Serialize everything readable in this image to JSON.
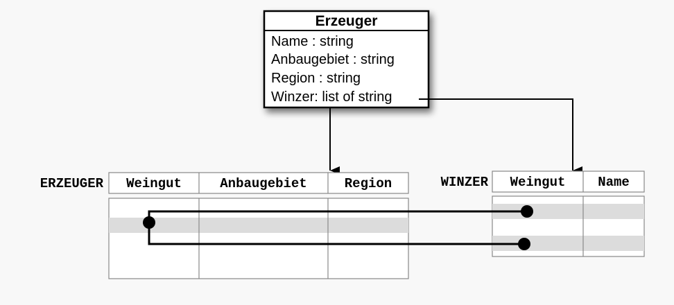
{
  "uml_class": {
    "title": "Erzeuger",
    "attributes": [
      "Name : string",
      "Anbaugebiet : string",
      "Region : string",
      "Winzer: list of string"
    ]
  },
  "erzeuger_table": {
    "name": "ERZEUGER",
    "columns": [
      "Weingut",
      "Anbaugebiet",
      "Region"
    ]
  },
  "winzer_table": {
    "name": "WINZER",
    "columns": [
      "Weingut",
      "Name"
    ]
  },
  "colors": {
    "line": "#000000",
    "highlight_row": "#dcdcdc",
    "table_border": "#888888",
    "background": "#f8f8f8"
  }
}
